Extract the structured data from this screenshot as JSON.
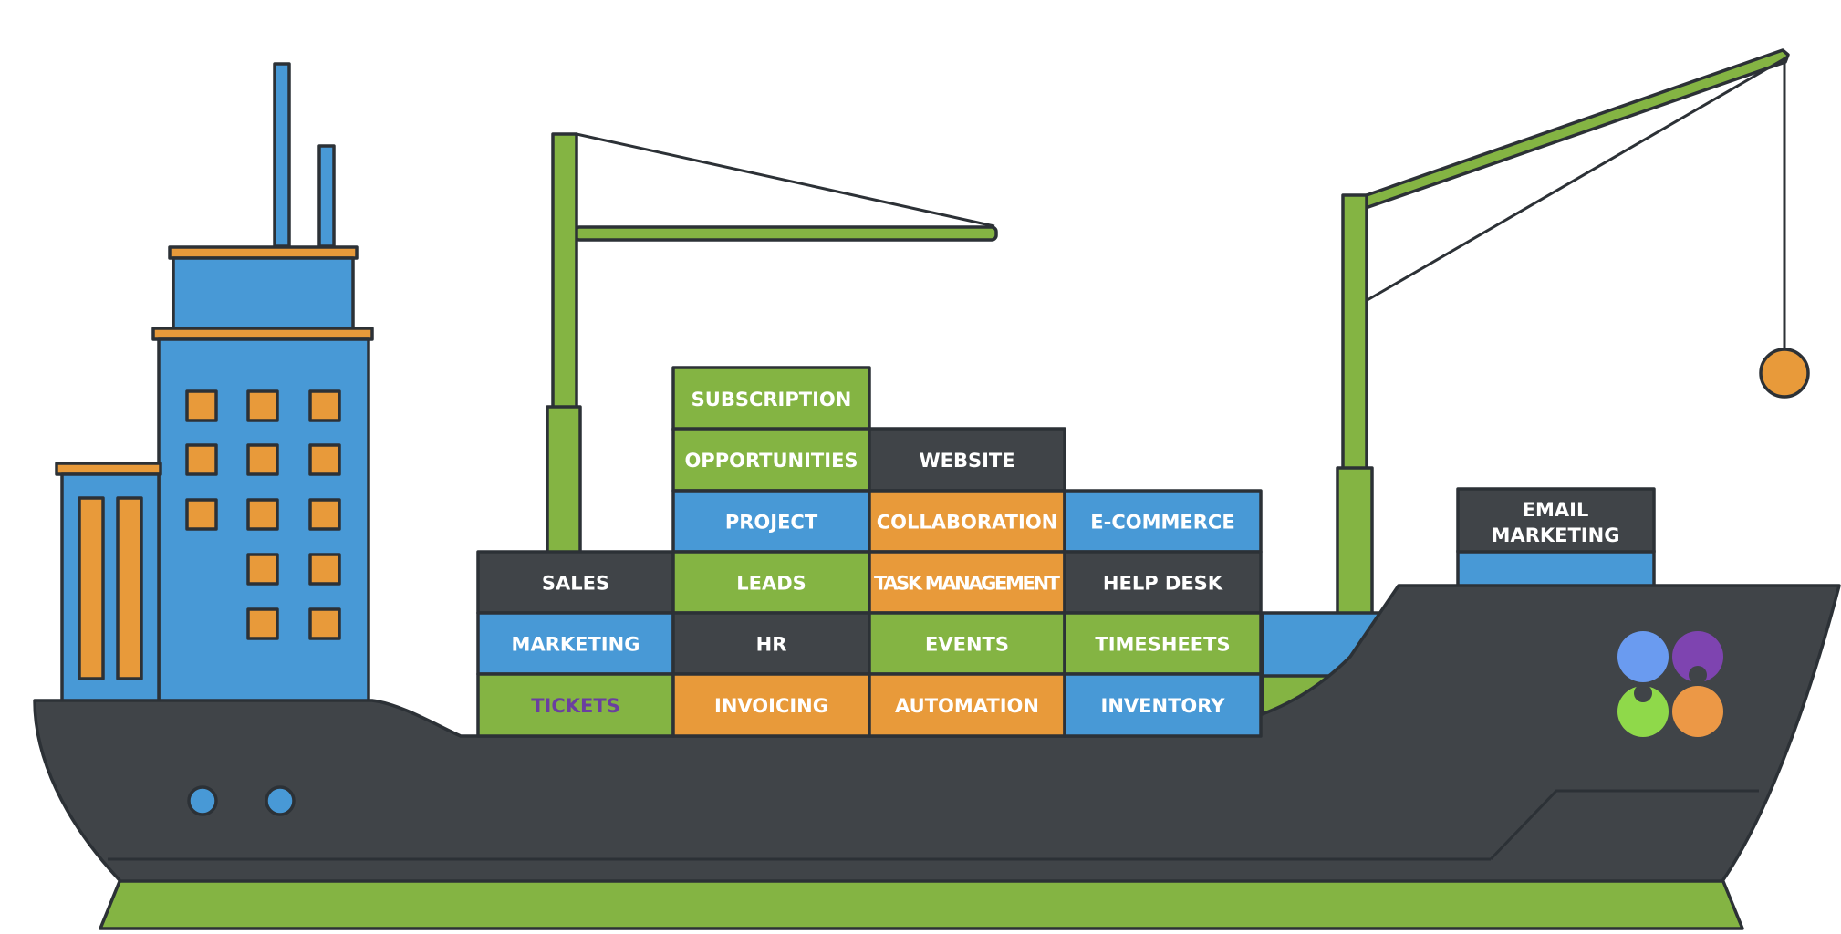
{
  "colors": {
    "dark": "#404448",
    "outline": "#2c3136",
    "blue": "#4899d6",
    "green": "#84b443",
    "orange": "#e89a3a",
    "white": "#ffffff",
    "purple_text": "#6a3fa0",
    "logo_blue": "#6a9bf0",
    "logo_purple": "#7e44b0",
    "logo_green": "#8fd94a",
    "logo_orange": "#ec9846"
  },
  "containers": {
    "subscription": {
      "label": "SUBSCRIPTION",
      "color": "green"
    },
    "opportunities": {
      "label": "OPPORTUNITIES",
      "color": "green"
    },
    "website": {
      "label": "WEBSITE",
      "color": "dark"
    },
    "project": {
      "label": "PROJECT",
      "color": "blue"
    },
    "collaboration": {
      "label": "COLLABORATION",
      "color": "orange"
    },
    "ecommerce": {
      "label": "E-COMMERCE",
      "color": "blue"
    },
    "sales": {
      "label": "SALES",
      "color": "dark"
    },
    "leads": {
      "label": "LEADS",
      "color": "green"
    },
    "task_management": {
      "label": "TASK MANAGEMENT",
      "color": "orange"
    },
    "help_desk": {
      "label": "HELP DESK",
      "color": "dark"
    },
    "marketing": {
      "label": "MARKETING",
      "color": "blue"
    },
    "hr": {
      "label": "HR",
      "color": "dark"
    },
    "events": {
      "label": "EVENTS",
      "color": "green"
    },
    "timesheets": {
      "label": "TIMESHEETS",
      "color": "green"
    },
    "tickets": {
      "label": "TICKETS",
      "color": "green"
    },
    "invoicing": {
      "label": "INVOICING",
      "color": "orange"
    },
    "automation": {
      "label": "AUTOMATION",
      "color": "orange"
    },
    "inventory": {
      "label": "INVENTORY",
      "color": "blue"
    },
    "email_marketing": {
      "label_line1": "EMAIL",
      "label_line2": "MARKETING",
      "color": "dark"
    }
  },
  "logo": {
    "icon": "four-circles-logo-icon"
  }
}
